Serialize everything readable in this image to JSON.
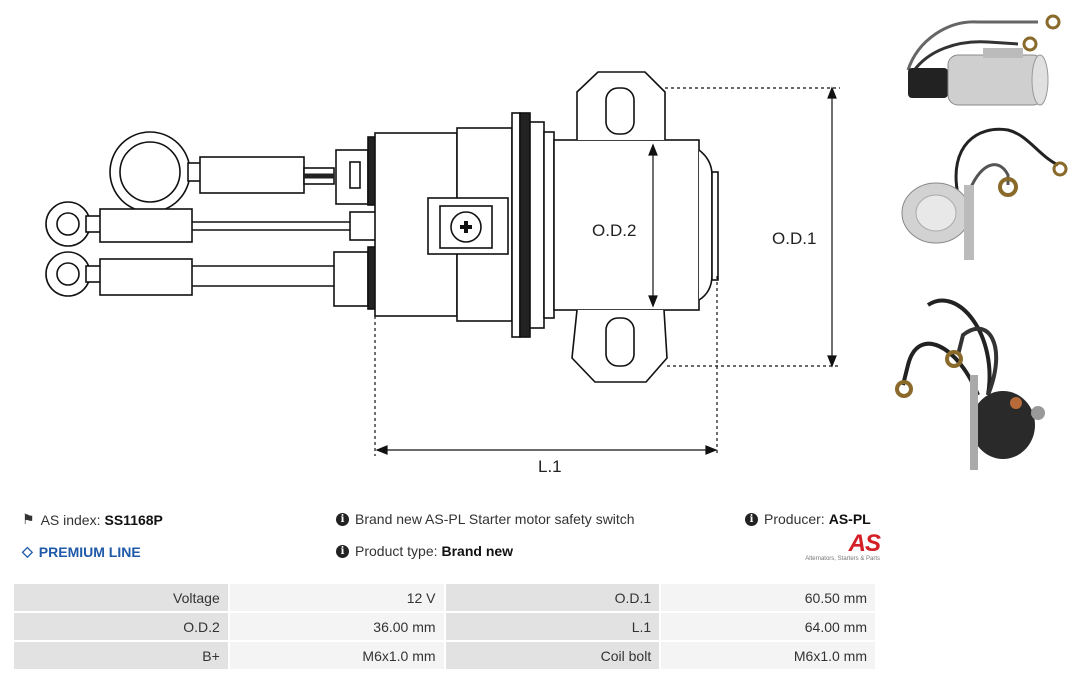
{
  "drawing": {
    "label_od2": "O.D.2",
    "label_od1": "O.D.1",
    "label_l1": "L.1"
  },
  "info": {
    "as_index_label": "AS index:",
    "as_index_value": "SS1168P",
    "premium_line": "PREMIUM LINE",
    "description": "Brand new AS-PL Starter motor safety switch",
    "product_type_label": "Product type:",
    "product_type_value": "Brand new",
    "producer_label": "Producer:",
    "producer_value": "AS-PL"
  },
  "logo": {
    "mark": "AS",
    "tagline": "Alternators, Starters & Parts"
  },
  "icons": {
    "tags": "tags-icon",
    "gem": "gem-icon",
    "info": "info-circle-icon",
    "brand": "#d41f26",
    "premium": "#1f5aa8"
  },
  "specs": [
    {
      "label1": "Voltage",
      "value1": "12 V",
      "label2": "O.D.1",
      "value2": "60.50 mm"
    },
    {
      "label1": "O.D.2",
      "value1": "36.00 mm",
      "label2": "L.1",
      "value2": "64.00 mm"
    },
    {
      "label1": "B+",
      "value1": "M6x1.0 mm",
      "label2": "Coil bolt",
      "value2": "M6x1.0 mm"
    }
  ]
}
